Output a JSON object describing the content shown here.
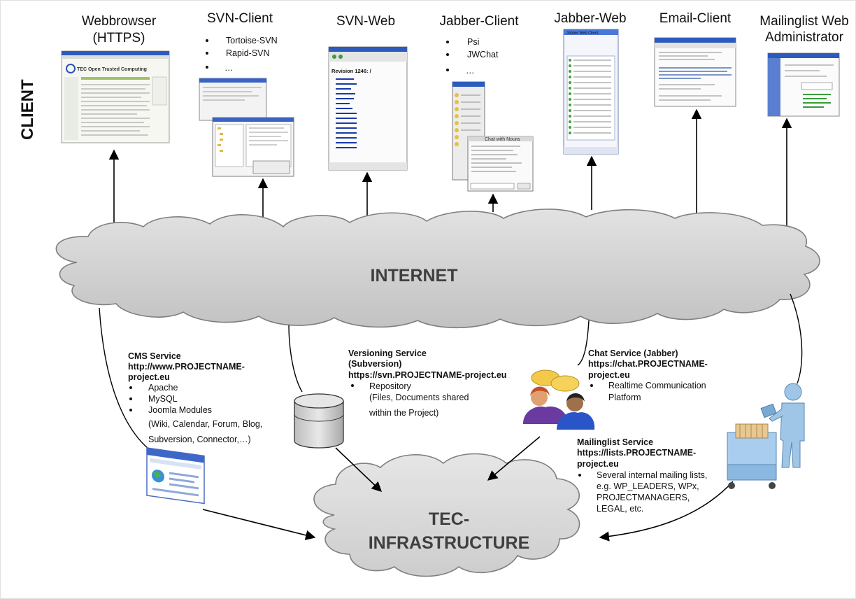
{
  "side_label": "CLIENT",
  "clients": [
    {
      "title_lines": [
        "Webbrowser",
        "(HTTPS)"
      ],
      "items": []
    },
    {
      "title_lines": [
        "SVN-Client"
      ],
      "items": [
        "Tortoise-SVN",
        "Rapid-SVN",
        "…"
      ]
    },
    {
      "title_lines": [
        "SVN-Web"
      ],
      "items": []
    },
    {
      "title_lines": [
        "Jabber-Client"
      ],
      "items": [
        "Psi",
        "JWChat",
        "…"
      ]
    },
    {
      "title_lines": [
        "Jabber-Web"
      ],
      "items": []
    },
    {
      "title_lines": [
        "Email-Client"
      ],
      "items": []
    },
    {
      "title_lines": [
        "Mailinglist Web",
        "Administrator"
      ],
      "items": []
    }
  ],
  "internet_label": "INTERNET",
  "infrastructure_label_lines": [
    "TEC-",
    "INFRASTRUCTURE"
  ],
  "services": {
    "cms": {
      "heading_lines": [
        "CMS Service",
        "http://www.PROJECTNAME-",
        "project.eu"
      ],
      "items": [
        "Apache",
        "MySQL",
        "Joomla Modules"
      ],
      "extra_lines": [
        "(Wiki, Calendar, Forum, Blog,",
        "Subversion, Connector,…)"
      ]
    },
    "versioning": {
      "heading_lines": [
        "Versioning Service",
        "(Subversion)",
        "https://svn.PROJECTNAME-project.eu"
      ],
      "items": [
        "Repository"
      ],
      "extra_lines": [
        "(Files, Documents shared",
        "within the Project)"
      ]
    },
    "chat": {
      "heading_lines": [
        "Chat Service (Jabber)",
        "https://chat.PROJECTNAME-",
        "project.eu"
      ],
      "items": [
        "Realtime Communication"
      ],
      "extra_lines": [
        "Platform"
      ]
    },
    "mailinglist": {
      "heading_lines": [
        "Mailinglist Service",
        "https://lists.PROJECTNAME-",
        "project.eu"
      ],
      "items": [
        "Several internal mailing lists,"
      ],
      "extra_lines": [
        "e.g. WP_LEADERS, WPx,",
        "PROJECTMANAGERS,",
        "LEGAL, etc."
      ]
    }
  },
  "screens": {
    "webbrowser_logo": "TEC Open Trusted Computing",
    "svnweb_revision": "Revision 1246: /",
    "jabber_chat_title": "Chat with Noura",
    "jabberweb_title": "Jabber Web Client"
  },
  "colors": {
    "cloud_fill": "#cfcfcf",
    "cloud_stroke": "#7f7f7f",
    "arrow": "#000000",
    "accent_blue": "#2b52b8"
  }
}
